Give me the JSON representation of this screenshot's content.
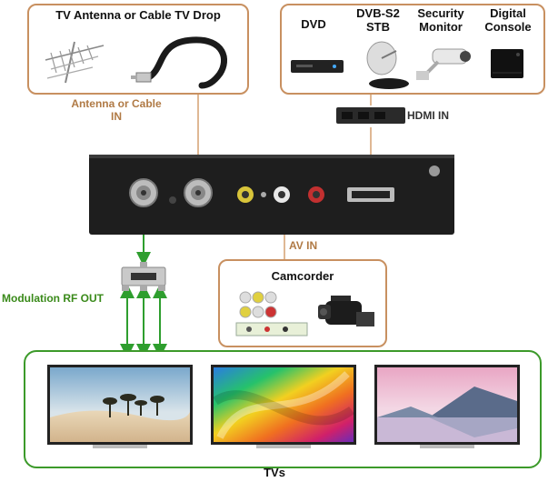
{
  "top_left": {
    "title": "TV Antenna or Cable TV Drop",
    "connection_label": "Antenna or Cable IN"
  },
  "top_right": {
    "devices": [
      {
        "label": "DVD",
        "icon": "dvd-player-icon"
      },
      {
        "label": "DVB-S2 STB",
        "icon": "satellite-dish-icon"
      },
      {
        "label": "Security Monitor",
        "icon": "security-camera-icon"
      },
      {
        "label": "Digital Console",
        "icon": "game-console-icon"
      }
    ],
    "connection_label": "HDMI IN"
  },
  "camcorder": {
    "title": "Camcorder",
    "connection_label": "AV IN"
  },
  "modulation": {
    "label": "Modulation RF OUT"
  },
  "tvs": {
    "label": "TVs",
    "screens": [
      "desert-scene",
      "rainbow-abstract",
      "mountain-lake"
    ]
  },
  "colors": {
    "panel_border": "#c89060",
    "tv_border": "#3c9a2a",
    "arrow_green": "#2e9e2e",
    "arrow_brown": "#c89060"
  }
}
